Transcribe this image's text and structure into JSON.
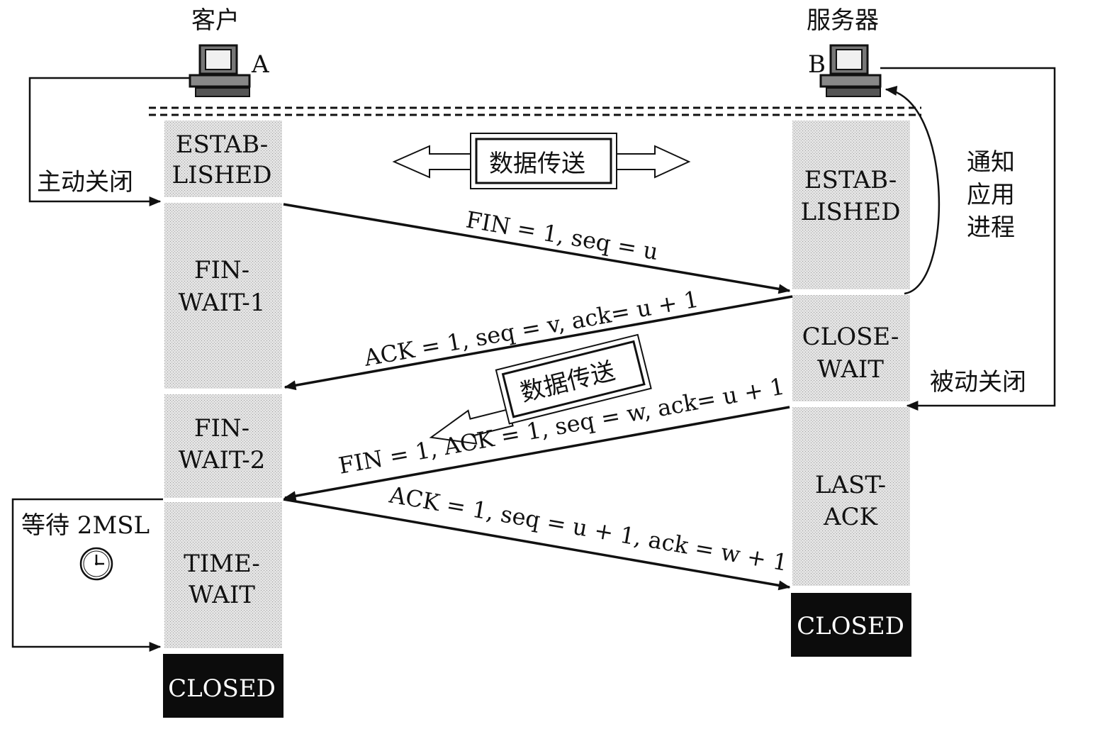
{
  "client": {
    "title": "客户",
    "host": "A"
  },
  "server": {
    "title": "服务器",
    "host": "B"
  },
  "client_states": [
    {
      "line1": "ESTAB-",
      "line2": "LISHED"
    },
    {
      "line1": "FIN-",
      "line2": "WAIT-1"
    },
    {
      "line1": "FIN-",
      "line2": "WAIT-2"
    },
    {
      "line1": "TIME-",
      "line2": "WAIT"
    }
  ],
  "client_closed": "CLOSED",
  "server_states": [
    {
      "line1": "ESTAB-",
      "line2": "LISHED"
    },
    {
      "line1": "CLOSE-",
      "line2": "WAIT"
    },
    {
      "line1": "LAST-",
      "line2": "ACK"
    }
  ],
  "server_closed": "CLOSED",
  "labels": {
    "active_close": "主动关闭",
    "passive_close": "被动关闭",
    "notify_line1": "通知",
    "notify_line2": "应用",
    "notify_line3": "进程",
    "wait_2msl": "等待 2MSL",
    "data_transfer_top": "数据传送",
    "data_transfer_mid": "数据传送"
  },
  "messages": {
    "m1": "FIN = 1, seq = u",
    "m2": "ACK = 1, seq = v, ack= u + 1",
    "m3": "FIN = 1, ACK = 1, seq = w, ack= u + 1",
    "m4": "ACK = 1, seq = u + 1, ack = w + 1"
  },
  "icons": [
    "computer-icon",
    "clock-icon"
  ],
  "colors": {
    "state_fill": "#dedede",
    "closed_fill": "#0c0c0c",
    "line": "#111111"
  }
}
